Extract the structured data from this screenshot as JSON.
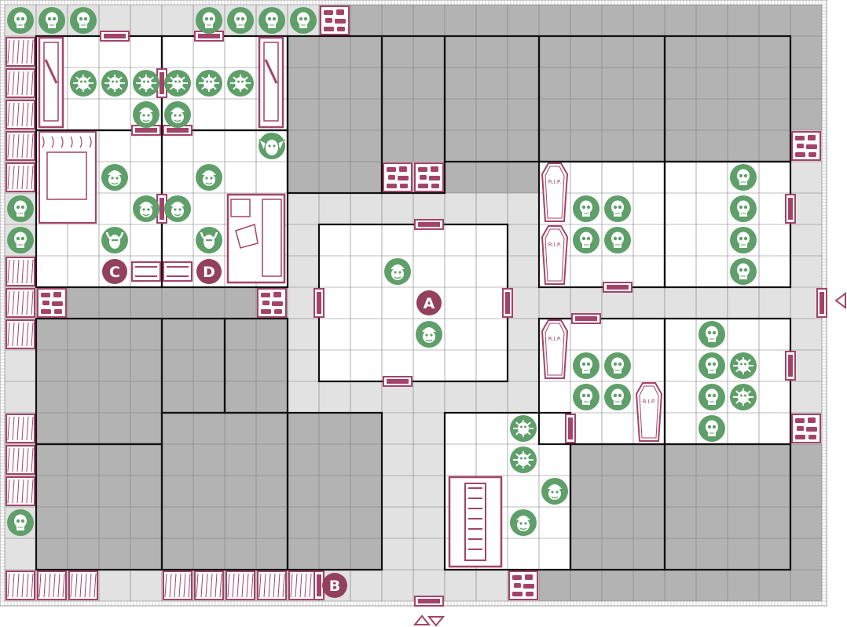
{
  "board": {
    "title": "",
    "cols": 26,
    "rows": 19,
    "colors": {
      "corridor": "#e2e2e2",
      "solid_rock": "#b3b3b3",
      "room_floor": "#ffffff",
      "gridline": "#7a7a7a",
      "wall": "#111111",
      "furniture": "#a3436a",
      "furniture_fill": "#ffffff",
      "monster": "#5f9f6a",
      "marker": "#93405f"
    }
  },
  "markers": [
    {
      "label": "A",
      "col": 13,
      "row": 9
    },
    {
      "label": "B",
      "col": 10,
      "row": 18
    },
    {
      "label": "C",
      "col": 3,
      "row": 8
    },
    {
      "label": "D",
      "col": 6,
      "row": 8
    }
  ],
  "monsters": [
    {
      "type": "skeleton",
      "col": 0,
      "row": 0
    },
    {
      "type": "skeleton",
      "col": 1,
      "row": 0
    },
    {
      "type": "skeleton",
      "col": 2,
      "row": 0
    },
    {
      "type": "skeleton",
      "col": 6,
      "row": 0
    },
    {
      "type": "skeleton",
      "col": 7,
      "row": 0
    },
    {
      "type": "skeleton",
      "col": 8,
      "row": 0
    },
    {
      "type": "skeleton",
      "col": 9,
      "row": 0
    },
    {
      "type": "goblin",
      "col": 2,
      "row": 2
    },
    {
      "type": "goblin",
      "col": 3,
      "row": 2
    },
    {
      "type": "goblin",
      "col": 4,
      "row": 2
    },
    {
      "type": "goblin",
      "col": 5,
      "row": 2
    },
    {
      "type": "goblin",
      "col": 6,
      "row": 2
    },
    {
      "type": "goblin",
      "col": 7,
      "row": 2
    },
    {
      "type": "orc",
      "col": 4,
      "row": 3
    },
    {
      "type": "orc",
      "col": 5,
      "row": 3
    },
    {
      "type": "gargoyle",
      "col": 8,
      "row": 4
    },
    {
      "type": "orc",
      "col": 3,
      "row": 5
    },
    {
      "type": "orc",
      "col": 6,
      "row": 5
    },
    {
      "type": "orc",
      "col": 4,
      "row": 6
    },
    {
      "type": "orc",
      "col": 5,
      "row": 6
    },
    {
      "type": "chaos-warrior",
      "col": 3,
      "row": 7
    },
    {
      "type": "chaos-warrior",
      "col": 6,
      "row": 7
    },
    {
      "type": "skeleton",
      "col": 0,
      "row": 6
    },
    {
      "type": "skeleton",
      "col": 0,
      "row": 7
    },
    {
      "type": "orc",
      "col": 12,
      "row": 8
    },
    {
      "type": "orc",
      "col": 13,
      "row": 10
    },
    {
      "type": "skeleton",
      "col": 23,
      "row": 5
    },
    {
      "type": "skeleton",
      "col": 23,
      "row": 6
    },
    {
      "type": "skeleton",
      "col": 23,
      "row": 7
    },
    {
      "type": "skeleton",
      "col": 23,
      "row": 8
    },
    {
      "type": "skeleton",
      "col": 18,
      "row": 6
    },
    {
      "type": "skeleton",
      "col": 19,
      "row": 6
    },
    {
      "type": "skeleton",
      "col": 18,
      "row": 7
    },
    {
      "type": "skeleton",
      "col": 19,
      "row": 7
    },
    {
      "type": "skeleton",
      "col": 18,
      "row": 11
    },
    {
      "type": "skeleton",
      "col": 19,
      "row": 11
    },
    {
      "type": "skeleton",
      "col": 18,
      "row": 12
    },
    {
      "type": "skeleton",
      "col": 19,
      "row": 12
    },
    {
      "type": "skeleton",
      "col": 22,
      "row": 10
    },
    {
      "type": "skeleton",
      "col": 22,
      "row": 11
    },
    {
      "type": "skeleton",
      "col": 22,
      "row": 12
    },
    {
      "type": "skeleton",
      "col": 22,
      "row": 13
    },
    {
      "type": "goblin",
      "col": 23,
      "row": 11
    },
    {
      "type": "goblin",
      "col": 23,
      "row": 12
    },
    {
      "type": "goblin",
      "col": 16,
      "row": 13
    },
    {
      "type": "goblin",
      "col": 16,
      "row": 14
    },
    {
      "type": "orc",
      "col": 17,
      "row": 15
    },
    {
      "type": "orc",
      "col": 16,
      "row": 16
    },
    {
      "type": "skeleton",
      "col": 0,
      "row": 16
    }
  ],
  "coffin_label": "R.I.P."
}
